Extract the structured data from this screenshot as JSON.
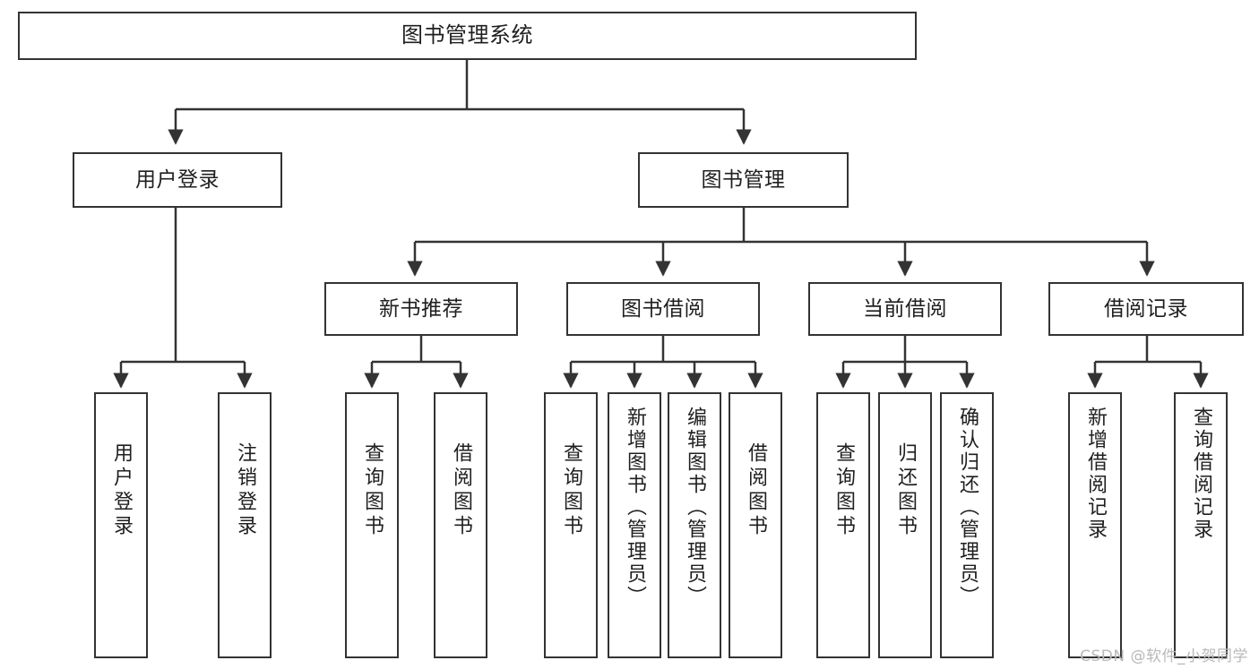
{
  "diagram": {
    "title": "图书管理系统",
    "type": "hierarchy-tree",
    "root": {
      "label": "图书管理系统"
    },
    "level2": [
      {
        "label": "用户登录"
      },
      {
        "label": "图书管理"
      }
    ],
    "level3": [
      {
        "label": "新书推荐"
      },
      {
        "label": "图书借阅"
      },
      {
        "label": "当前借阅"
      },
      {
        "label": "借阅记录"
      }
    ],
    "leaves": {
      "user_login": [
        {
          "label": "用户登录"
        },
        {
          "label": "注销登录"
        }
      ],
      "new_book_recommend": [
        {
          "label": "查询图书"
        },
        {
          "label": "借阅图书"
        }
      ],
      "book_borrow": [
        {
          "label": "查询图书"
        },
        {
          "label": "新增图书（管理员）"
        },
        {
          "label": "编辑图书（管理员）"
        },
        {
          "label": "借阅图书"
        }
      ],
      "current_borrow": [
        {
          "label": "查询图书"
        },
        {
          "label": "归还图书"
        },
        {
          "label": "确认归还（管理员）"
        }
      ],
      "borrow_record": [
        {
          "label": "新增借阅记录"
        },
        {
          "label": "查询借阅记录"
        }
      ]
    }
  },
  "watermark": {
    "text": "CSDN @软件_小贺同学"
  },
  "colors": {
    "border": "#333333",
    "background": "#ffffff",
    "text": "#1f1f1f",
    "watermark": "#b9b9b9"
  }
}
